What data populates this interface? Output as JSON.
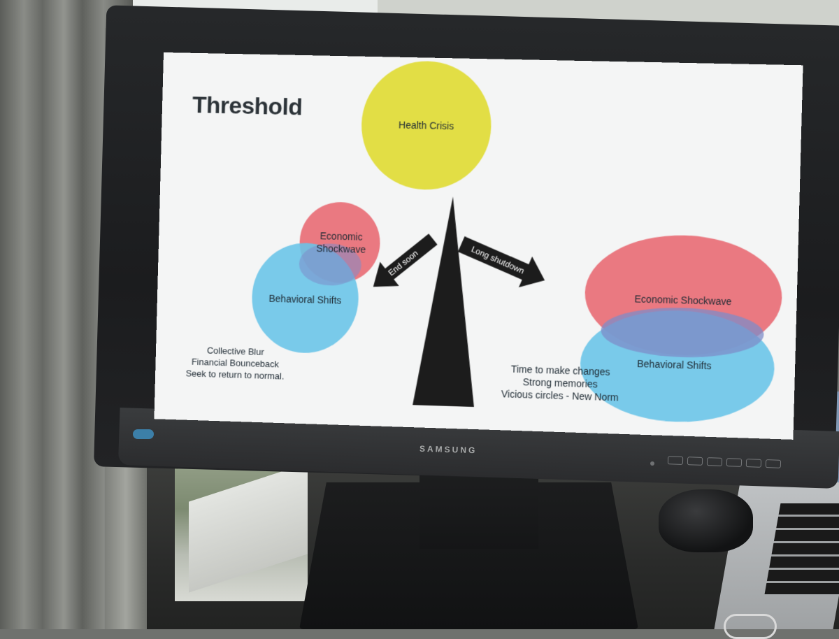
{
  "slide": {
    "title": "Threshold",
    "health_crisis": "Health Crisis",
    "left": {
      "economic_line1": "Economic",
      "economic_line2": "Shockwave",
      "behavioral": "Behavioral Shifts",
      "notes": [
        "Collective Blur",
        "Financial Bounceback",
        "Seek to return to normal."
      ]
    },
    "right": {
      "economic": "Economic Shockwave",
      "behavioral": "Behavioral Shifts",
      "notes": [
        "Time to make changes",
        "Strong memories",
        "Vicious circles - New Norm"
      ]
    },
    "arrow_left_label": "End soon",
    "arrow_right_label": "Long shutdown"
  },
  "monitor": {
    "brand": "SAMSUNG"
  },
  "colors": {
    "yellow": "#e2de45",
    "red": "#e86e76",
    "blue": "#68c4e8",
    "dark": "#1c1c1c"
  }
}
